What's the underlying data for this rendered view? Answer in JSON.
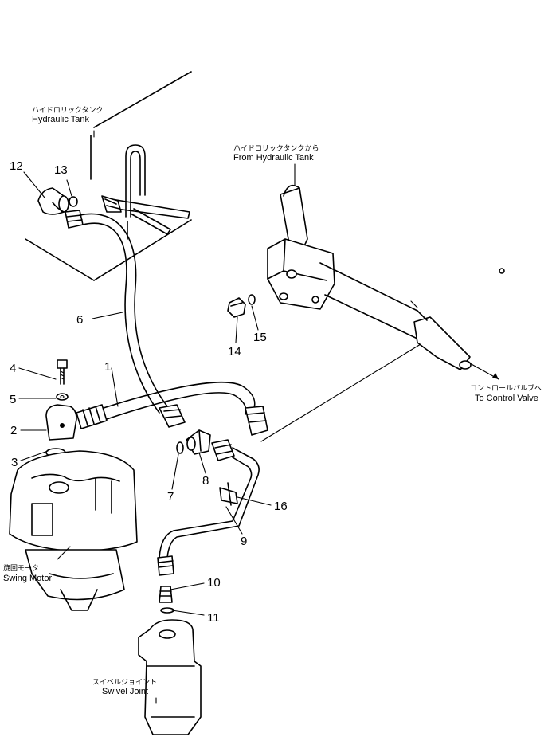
{
  "labels": {
    "hydraulic_tank_jp": "ハイドロリックタンク",
    "hydraulic_tank_en": "Hydraulic Tank",
    "from_tank_jp": "ハイドロリックタンクから",
    "from_tank_en": "From Hydraulic Tank",
    "control_valve_jp": "コントロールバルブへ",
    "control_valve_en": "To Control Valve",
    "swing_motor_jp": "旋回モータ",
    "swing_motor_en": "Swing Motor",
    "swivel_joint_jp": "スイベルジョイント",
    "swivel_joint_en": "Swivel Joint"
  },
  "callouts": [
    "1",
    "2",
    "3",
    "4",
    "5",
    "6",
    "7",
    "8",
    "9",
    "10",
    "11",
    "12",
    "13",
    "14",
    "15",
    "16"
  ]
}
